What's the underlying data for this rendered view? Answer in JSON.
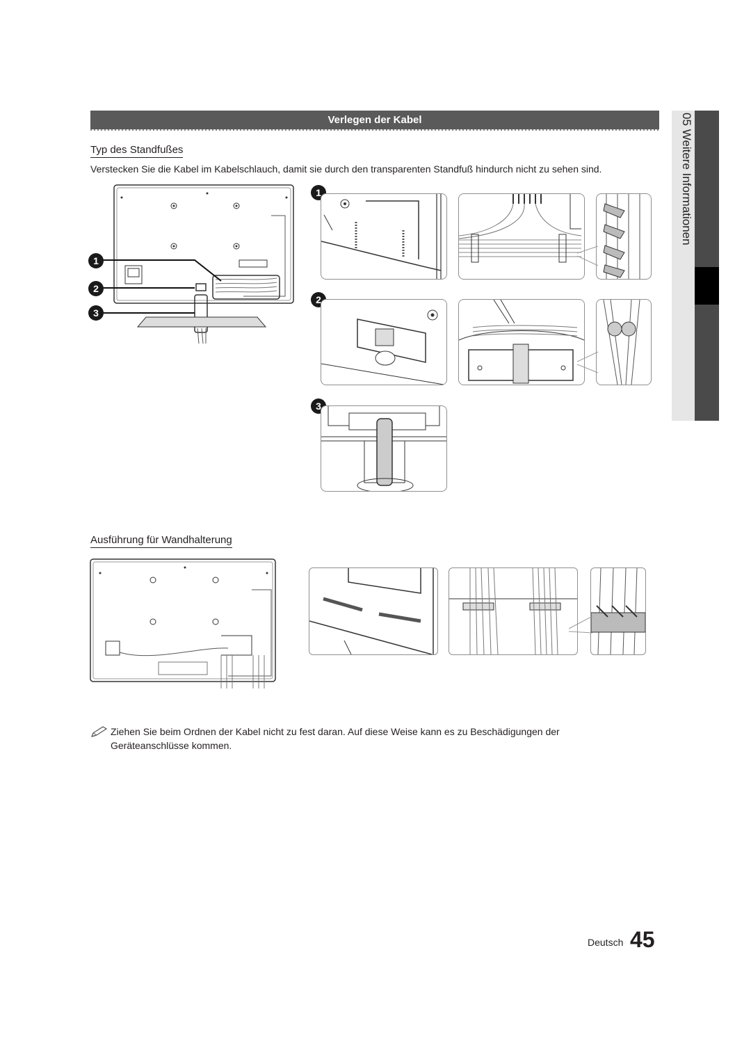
{
  "section": {
    "title": "Verlegen der Kabel"
  },
  "side_tab": {
    "label": "05  Weitere Informationen"
  },
  "stand": {
    "heading": "Typ des Standfußes",
    "description": "Verstecken Sie die Kabel im Kabelschlauch, damit sie durch den transparenten Standfuß hindurch nicht zu sehen sind.",
    "callouts": [
      "1",
      "2",
      "3"
    ]
  },
  "wall": {
    "heading": "Ausführung für Wandhalterung"
  },
  "note": {
    "icon": "pencil-note-icon",
    "line1": "Ziehen Sie beim Ordnen der Kabel nicht zu fest daran. Auf diese Weise kann es zu Beschädigungen der",
    "line2": "Geräteanschlüsse kommen."
  },
  "footer": {
    "language": "Deutsch",
    "page_number": "45"
  }
}
